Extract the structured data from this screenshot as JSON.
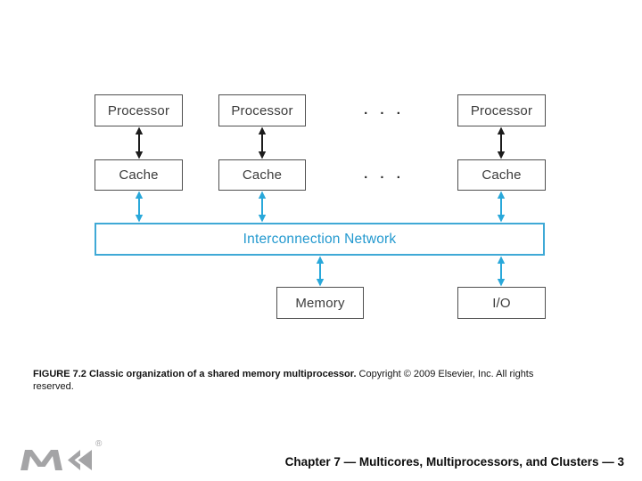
{
  "diagram": {
    "processor_label": "Processor",
    "cache_label": "Cache",
    "ellipsis": ". . .",
    "network_label": "Interconnection Network",
    "memory_label": "Memory",
    "io_label": "I/O",
    "colors": {
      "accent_cyan": "#29a8da",
      "box_border_gray": "#4f4f4f",
      "box_text_gray": "#3c3c3c",
      "arrow_black": "#1c1c1c",
      "logo_gray": "#a4a4a6"
    },
    "icons": {
      "vertical_double_arrow": "↕"
    }
  },
  "caption": {
    "title_bold": "FIGURE 7.2 Classic organization of a shared memory multiprocessor.",
    "copyright_line1": " Copyright © 2009 Elsevier, Inc. All rights",
    "copyright_line2": "reserved."
  },
  "footer": {
    "chapter_text": "Chapter 7 — Multicores, Multiprocessors, and Clusters — 3",
    "logo_name": "Morgan Kaufmann MK logo",
    "registered_symbol": "®"
  }
}
